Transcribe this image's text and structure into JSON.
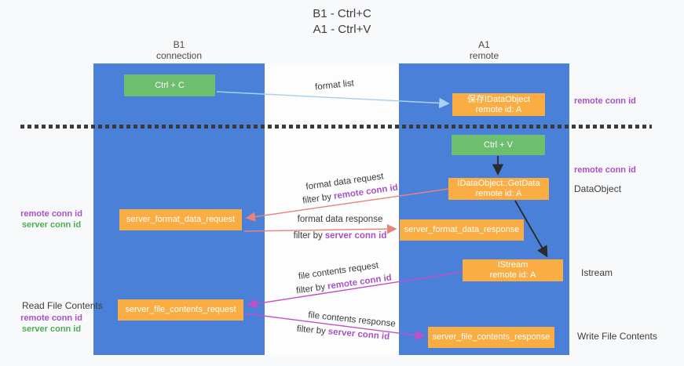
{
  "title": {
    "line1": "B1 - Ctrl+C",
    "line2": "A1 - Ctrl+V"
  },
  "columns": {
    "left": {
      "name": "B1",
      "role": "connection"
    },
    "right": {
      "name": "A1",
      "role": "remote"
    }
  },
  "boxes": {
    "ctrl_c": "Ctrl + C",
    "ctrl_v": "Ctrl + V",
    "save_dataobject_line1": "保存IDataObject",
    "save_dataobject_line2": "remote id: A",
    "getdata_line1": "IDataObject::GetData",
    "getdata_line2": "remote id: A",
    "istream_line1": "IStream",
    "istream_line2": "remote id: A",
    "format_request": "server_format_data_request",
    "format_response": "server_format_data_response",
    "file_request": "server_file_contents_request",
    "file_response": "server_file_contents_response"
  },
  "labels": {
    "format_list": "format list",
    "format_data_request": "format data request",
    "format_data_response": "format data response",
    "file_contents_request": "file contents request",
    "file_contents_response": "file contents response",
    "filter_by": "filter by",
    "remote_conn_id": "remote conn id",
    "server_conn_id": "server conn id",
    "dataobject": "DataObject",
    "istream": "Istream",
    "read_file_contents": "Read File Contents",
    "write_file_contents": "Write File Contents"
  },
  "colors": {
    "column_blue": "#4a80d7",
    "box_green": "#6dbe6e",
    "box_orange": "#f9ad42",
    "label_purple": "#a653c4",
    "label_green": "#4cae52",
    "arrow_blue": "#a9d2f2",
    "arrow_salmon": "#e8837c",
    "arrow_magenta": "#c44fc4",
    "arrow_black": "#2b2b2b"
  }
}
